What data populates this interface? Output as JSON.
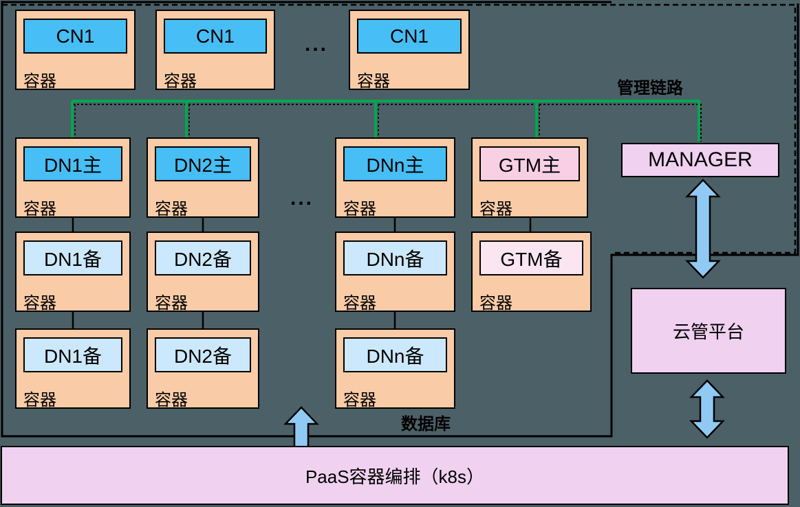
{
  "labels": {
    "management_link": "管理链路",
    "database": "数据库",
    "container": "容器",
    "ellipsis": "..."
  },
  "top_row": [
    {
      "title": "CN1"
    },
    {
      "title": "CN1"
    },
    {
      "title": "CN1"
    }
  ],
  "primary_row": [
    {
      "title": "DN1主"
    },
    {
      "title": "DN2主"
    },
    {
      "title": "DNn主"
    },
    {
      "title": "GTM主"
    }
  ],
  "standby_row_1": [
    {
      "title": "DN1备"
    },
    {
      "title": "DN2备"
    },
    {
      "title": "DNn备"
    },
    {
      "title": "GTM备"
    }
  ],
  "standby_row_2": [
    {
      "title": "DN1备"
    },
    {
      "title": "DN2备"
    },
    {
      "title": "DNn备"
    }
  ],
  "manager": {
    "title": "MANAGER"
  },
  "cloud_platform": {
    "title": "云管平台"
  },
  "paas_bar": {
    "title": "PaaS容器编排（k8s）"
  },
  "colors": {
    "background": "#4C6067",
    "container_fill": "#F9CBA6",
    "primary_node_fill": "#47BEF5",
    "standby_node_fill": "#CCE8FC",
    "gtm_primary_fill": "#F8CFE3",
    "gtm_standby_fill": "#FBE5F1",
    "platform_fill": "#F0D1F0",
    "link_green": "#00A750",
    "arrow_fill": "#90CAF4",
    "line_black": "#000000"
  }
}
